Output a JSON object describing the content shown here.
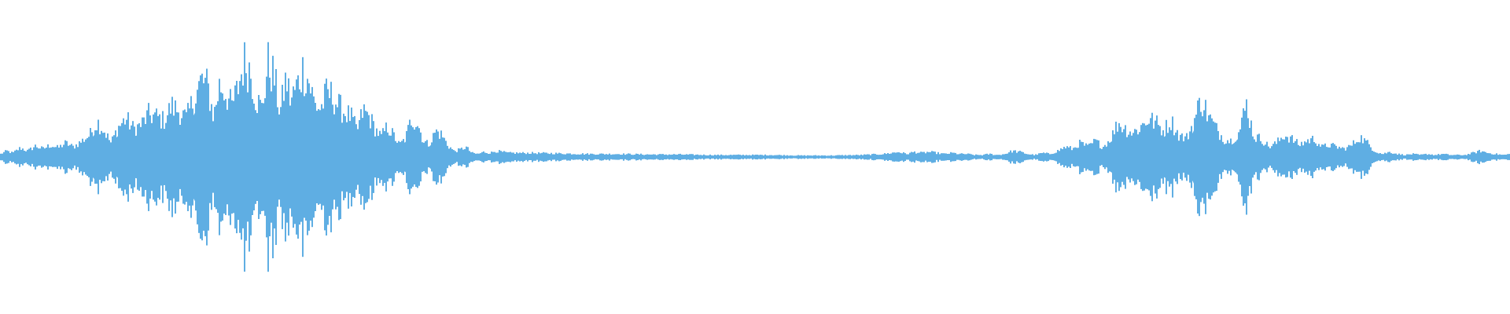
{
  "waveform": {
    "color": "#5faee3",
    "background": "#ffffff",
    "description_points": [
      [
        0.0,
        0.03
      ],
      [
        0.004,
        0.06
      ],
      [
        0.008,
        0.04
      ],
      [
        0.013,
        0.09
      ],
      [
        0.018,
        0.06
      ],
      [
        0.023,
        0.11
      ],
      [
        0.028,
        0.08
      ],
      [
        0.033,
        0.12
      ],
      [
        0.038,
        0.09
      ],
      [
        0.043,
        0.14
      ],
      [
        0.048,
        0.1
      ],
      [
        0.053,
        0.15
      ],
      [
        0.059,
        0.22
      ],
      [
        0.064,
        0.35
      ],
      [
        0.069,
        0.25
      ],
      [
        0.073,
        0.14
      ],
      [
        0.078,
        0.3
      ],
      [
        0.083,
        0.38
      ],
      [
        0.088,
        0.28
      ],
      [
        0.093,
        0.32
      ],
      [
        0.098,
        0.42
      ],
      [
        0.103,
        0.4
      ],
      [
        0.108,
        0.36
      ],
      [
        0.113,
        0.5
      ],
      [
        0.118,
        0.46
      ],
      [
        0.123,
        0.38
      ],
      [
        0.128,
        0.58
      ],
      [
        0.133,
        0.76
      ],
      [
        0.137,
        0.7
      ],
      [
        0.141,
        0.4
      ],
      [
        0.145,
        0.72
      ],
      [
        0.149,
        0.64
      ],
      [
        0.153,
        0.5
      ],
      [
        0.157,
        0.68
      ],
      [
        0.161,
        0.94
      ],
      [
        0.165,
        0.88
      ],
      [
        0.169,
        0.58
      ],
      [
        0.173,
        0.48
      ],
      [
        0.177,
        0.92
      ],
      [
        0.181,
        0.8
      ],
      [
        0.185,
        0.44
      ],
      [
        0.189,
        0.78
      ],
      [
        0.192,
        0.56
      ],
      [
        0.196,
        0.7
      ],
      [
        0.2,
        0.86
      ],
      [
        0.204,
        0.76
      ],
      [
        0.208,
        0.52
      ],
      [
        0.212,
        0.48
      ],
      [
        0.216,
        0.64
      ],
      [
        0.22,
        0.6
      ],
      [
        0.224,
        0.5
      ],
      [
        0.228,
        0.44
      ],
      [
        0.232,
        0.4
      ],
      [
        0.236,
        0.26
      ],
      [
        0.24,
        0.46
      ],
      [
        0.244,
        0.4
      ],
      [
        0.248,
        0.28
      ],
      [
        0.252,
        0.2
      ],
      [
        0.256,
        0.3
      ],
      [
        0.26,
        0.22
      ],
      [
        0.264,
        0.12
      ],
      [
        0.268,
        0.18
      ],
      [
        0.272,
        0.38
      ],
      [
        0.276,
        0.34
      ],
      [
        0.28,
        0.16
      ],
      [
        0.284,
        0.12
      ],
      [
        0.288,
        0.26
      ],
      [
        0.292,
        0.22
      ],
      [
        0.296,
        0.12
      ],
      [
        0.3,
        0.06
      ],
      [
        0.304,
        0.07
      ],
      [
        0.308,
        0.1
      ],
      [
        0.312,
        0.04
      ],
      [
        0.316,
        0.03
      ],
      [
        0.32,
        0.05
      ],
      [
        0.324,
        0.04
      ],
      [
        0.328,
        0.06
      ],
      [
        0.332,
        0.05
      ],
      [
        0.336,
        0.04
      ],
      [
        0.34,
        0.04
      ],
      [
        0.35,
        0.04
      ],
      [
        0.37,
        0.035
      ],
      [
        0.39,
        0.03
      ],
      [
        0.41,
        0.03
      ],
      [
        0.43,
        0.025
      ],
      [
        0.45,
        0.025
      ],
      [
        0.47,
        0.02
      ],
      [
        0.49,
        0.02
      ],
      [
        0.51,
        0.02
      ],
      [
        0.53,
        0.015
      ],
      [
        0.55,
        0.015
      ],
      [
        0.57,
        0.02
      ],
      [
        0.585,
        0.03
      ],
      [
        0.595,
        0.05
      ],
      [
        0.6,
        0.03
      ],
      [
        0.605,
        0.05
      ],
      [
        0.61,
        0.04
      ],
      [
        0.615,
        0.05
      ],
      [
        0.62,
        0.04
      ],
      [
        0.625,
        0.03
      ],
      [
        0.63,
        0.04
      ],
      [
        0.635,
        0.03
      ],
      [
        0.64,
        0.03
      ],
      [
        0.645,
        0.02
      ],
      [
        0.65,
        0.02
      ],
      [
        0.655,
        0.03
      ],
      [
        0.66,
        0.02
      ],
      [
        0.665,
        0.03
      ],
      [
        0.67,
        0.06
      ],
      [
        0.675,
        0.05
      ],
      [
        0.68,
        0.03
      ],
      [
        0.685,
        0.02
      ],
      [
        0.69,
        0.04
      ],
      [
        0.695,
        0.03
      ],
      [
        0.7,
        0.06
      ],
      [
        0.705,
        0.1
      ],
      [
        0.71,
        0.08
      ],
      [
        0.715,
        0.14
      ],
      [
        0.72,
        0.1
      ],
      [
        0.725,
        0.16
      ],
      [
        0.73,
        0.1
      ],
      [
        0.735,
        0.18
      ],
      [
        0.74,
        0.34
      ],
      [
        0.745,
        0.28
      ],
      [
        0.75,
        0.24
      ],
      [
        0.755,
        0.3
      ],
      [
        0.76,
        0.38
      ],
      [
        0.765,
        0.34
      ],
      [
        0.77,
        0.26
      ],
      [
        0.775,
        0.36
      ],
      [
        0.78,
        0.22
      ],
      [
        0.785,
        0.18
      ],
      [
        0.79,
        0.34
      ],
      [
        0.795,
        0.58
      ],
      [
        0.8,
        0.4
      ],
      [
        0.805,
        0.28
      ],
      [
        0.81,
        0.18
      ],
      [
        0.815,
        0.16
      ],
      [
        0.82,
        0.24
      ],
      [
        0.825,
        0.52
      ],
      [
        0.83,
        0.2
      ],
      [
        0.835,
        0.18
      ],
      [
        0.84,
        0.1
      ],
      [
        0.845,
        0.14
      ],
      [
        0.85,
        0.22
      ],
      [
        0.855,
        0.18
      ],
      [
        0.86,
        0.12
      ],
      [
        0.865,
        0.16
      ],
      [
        0.87,
        0.18
      ],
      [
        0.875,
        0.1
      ],
      [
        0.88,
        0.12
      ],
      [
        0.885,
        0.1
      ],
      [
        0.89,
        0.08
      ],
      [
        0.895,
        0.12
      ],
      [
        0.9,
        0.2
      ],
      [
        0.905,
        0.14
      ],
      [
        0.91,
        0.06
      ],
      [
        0.915,
        0.03
      ],
      [
        0.92,
        0.05
      ],
      [
        0.925,
        0.03
      ],
      [
        0.93,
        0.02
      ],
      [
        0.935,
        0.03
      ],
      [
        0.94,
        0.02
      ],
      [
        0.945,
        0.03
      ],
      [
        0.95,
        0.02
      ],
      [
        0.955,
        0.03
      ],
      [
        0.96,
        0.02
      ],
      [
        0.965,
        0.02
      ],
      [
        0.97,
        0.02
      ],
      [
        0.975,
        0.04
      ],
      [
        0.98,
        0.06
      ],
      [
        0.985,
        0.04
      ],
      [
        0.99,
        0.03
      ],
      [
        0.995,
        0.02
      ],
      [
        1.0,
        0.03
      ]
    ]
  }
}
